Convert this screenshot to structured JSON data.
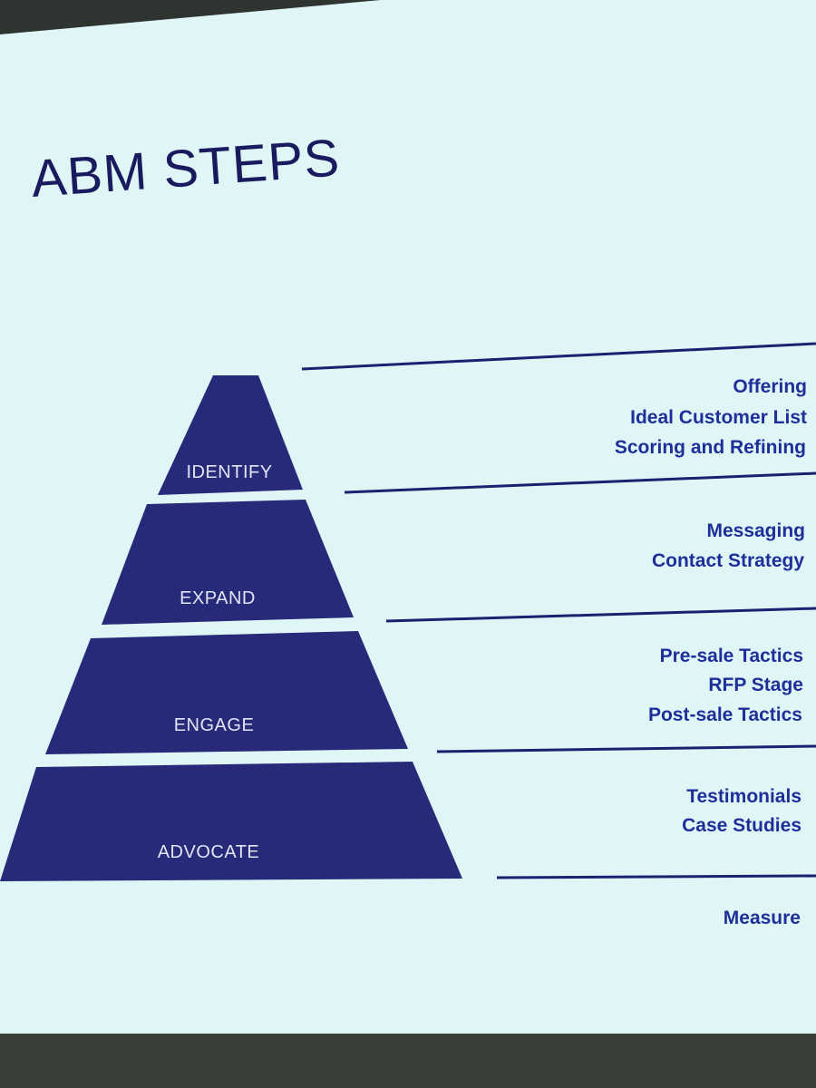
{
  "slide": {
    "title": "ABM STEPS",
    "colors": {
      "background": "#dff5f6",
      "pyramid": "#262a78",
      "title": "#1a1b5e",
      "detail_text": "#1f2f9a",
      "divider": "#1c2070"
    }
  },
  "pyramid": {
    "tiers": [
      {
        "label": "IDENTIFY"
      },
      {
        "label": "EXPAND"
      },
      {
        "label": "ENGAGE"
      },
      {
        "label": "ADVOCATE"
      }
    ]
  },
  "details": {
    "groups": [
      {
        "items": [
          "Offering",
          "Ideal Customer List",
          "Scoring and Refining"
        ]
      },
      {
        "items": [
          "Messaging",
          "Contact Strategy"
        ]
      },
      {
        "items": [
          "Pre-sale Tactics",
          "RFP Stage",
          "Post-sale Tactics"
        ]
      },
      {
        "items": [
          "Testimonials",
          "Case Studies"
        ]
      },
      {
        "items": [
          "Measure"
        ]
      }
    ]
  }
}
